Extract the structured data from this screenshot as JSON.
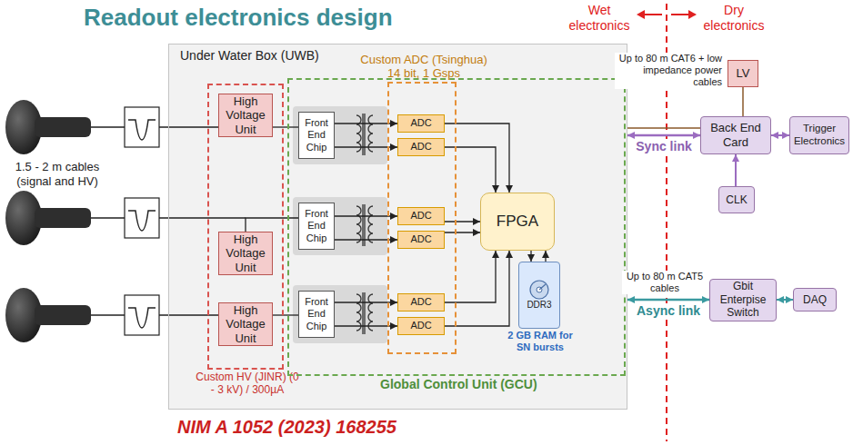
{
  "diagram": {
    "title": "Readout electronics design",
    "caption": "NIM A 1052 (2023) 168255",
    "nodes": [
      {
        "text": [
          "Under Water Box (UWB)"
        ]
      },
      {
        "text": [
          "Custom HV (JINR) (0 - 3 kV) / 300µA"
        ],
        "in": 0
      },
      {
        "text": [
          "High Voltage Unit"
        ],
        "in": 1
      },
      {
        "text": [
          "High Voltage Unit"
        ],
        "in": 1
      },
      {
        "text": [
          "High Voltage Unit"
        ],
        "in": 1
      },
      {
        "text": [
          "Global Control Unit (GCU)"
        ],
        "in": 0
      },
      {
        "text": [
          "Custom ADC (Tsinghua) 14 bit, 1 Gsps"
        ],
        "in": 5
      },
      {
        "text": [
          "Front End Chip"
        ],
        "in": 5
      },
      {
        "text": [
          "Front End Chip"
        ],
        "in": 5
      },
      {
        "text": [
          "Front End Chip"
        ],
        "in": 5
      },
      {
        "text": [
          "ADC"
        ],
        "in": 6
      },
      {
        "text": [
          "ADC"
        ],
        "in": 6
      },
      {
        "text": [
          "ADC"
        ],
        "in": 6
      },
      {
        "text": [
          "ADC"
        ],
        "in": 6
      },
      {
        "text": [
          "ADC"
        ],
        "in": 6
      },
      {
        "text": [
          "ADC"
        ],
        "in": 6
      },
      {
        "text": [
          "FPGA"
        ],
        "in": 5
      },
      {
        "text": [
          "DDR3",
          "2 GB RAM for SN bursts"
        ],
        "in": 5
      },
      {
        "text": [
          "LV"
        ]
      },
      {
        "text": [
          "Back End Card"
        ]
      },
      {
        "text": [
          "Trigger Electronics"
        ]
      },
      {
        "text": [
          "CLK"
        ]
      },
      {
        "text": [
          "Gbit Enterpise Switch"
        ]
      },
      {
        "text": [
          "DAQ"
        ]
      }
    ],
    "edges": [
      {
        "from": 7,
        "to": 10,
        "arrow": "to"
      },
      {
        "from": 7,
        "to": 11,
        "arrow": "to"
      },
      {
        "from": 8,
        "to": 12,
        "arrow": "to"
      },
      {
        "from": 8,
        "to": 13,
        "arrow": "to"
      },
      {
        "from": 9,
        "to": 14,
        "arrow": "to"
      },
      {
        "from": 9,
        "to": 15,
        "arrow": "to"
      },
      {
        "from": 10,
        "to": 16,
        "arrow": "to"
      },
      {
        "from": 11,
        "to": 16,
        "arrow": "to"
      },
      {
        "from": 12,
        "to": 16,
        "arrow": "to"
      },
      {
        "from": 13,
        "to": 16,
        "arrow": "to"
      },
      {
        "from": 14,
        "to": 16,
        "arrow": "to"
      },
      {
        "from": 15,
        "to": 16,
        "arrow": "to"
      },
      {
        "from": 16,
        "to": 17,
        "arrow": "to"
      },
      {
        "from": 17,
        "to": 16,
        "arrow": "to"
      },
      {
        "from": 2,
        "to": 7,
        "arrow": "none"
      },
      {
        "from": 3,
        "to": 8,
        "arrow": "none"
      },
      {
        "from": 4,
        "to": 9,
        "arrow": "none"
      },
      {
        "from": 0,
        "to": 19,
        "label": "Sync link",
        "arrow": "both"
      },
      {
        "from": 18,
        "to": 0,
        "arrow": "none"
      },
      {
        "from": 19,
        "to": 20,
        "arrow": "both"
      },
      {
        "from": 21,
        "to": 19,
        "arrow": "to"
      },
      {
        "from": 0,
        "to": 22,
        "label": "Async link",
        "arrow": "both"
      },
      {
        "from": 22,
        "to": 23,
        "arrow": "both"
      }
    ],
    "labels": [
      "Wet electronics",
      "Dry electronics",
      "1.5 - 2 m cables (signal and HV)",
      "Up to 80 m CAT6 + low impedance power cables",
      "Up to 80 m CAT5 cables"
    ]
  }
}
